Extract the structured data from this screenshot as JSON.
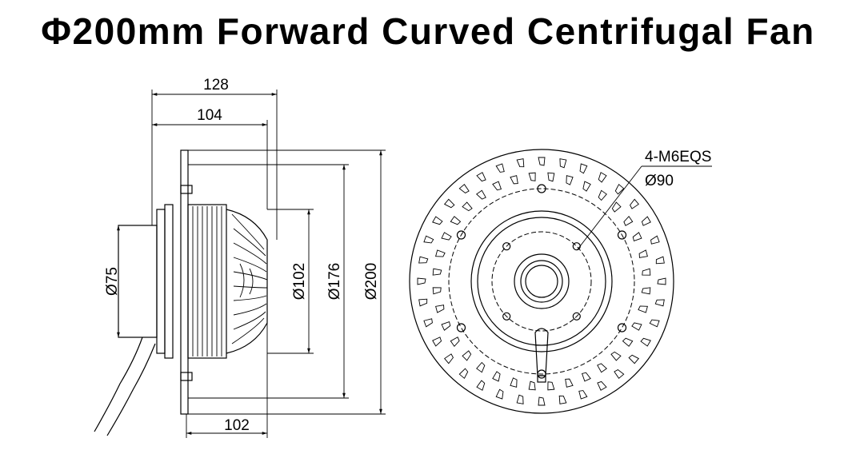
{
  "title": "Φ200mm Forward Curved Centrifugal Fan",
  "side_view": {
    "dim_128": "128",
    "dim_104": "104",
    "dim_102": "102",
    "dia_75": "Ø75",
    "dia_102": "Ø102",
    "dia_176": "Ø176",
    "dia_200": "Ø200"
  },
  "front_view": {
    "hole_spec": "4-M6EQS",
    "bolt_circle": "Ø90"
  }
}
